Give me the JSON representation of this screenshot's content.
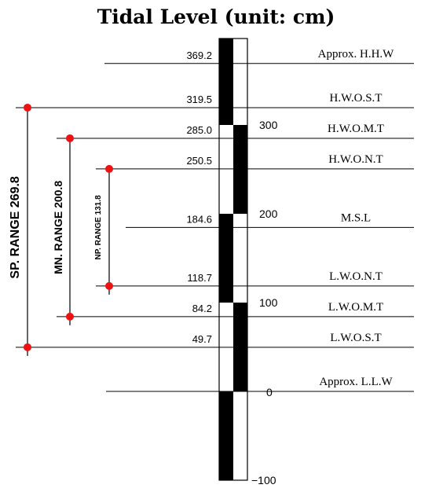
{
  "title": "Tidal Level (unit: cm)",
  "levels": [
    {
      "value": 369.2,
      "label": "369.2",
      "name": "Approx. H.H.W"
    },
    {
      "value": 319.5,
      "label": "319.5",
      "name": "H.W.O.S.T"
    },
    {
      "value": 285.0,
      "label": "285.0",
      "name": "H.W.O.M.T"
    },
    {
      "value": 250.5,
      "label": "250.5",
      "name": "H.W.O.N.T"
    },
    {
      "value": 184.6,
      "label": "184.6",
      "name": "M.S.L"
    },
    {
      "value": 118.7,
      "label": "118.7",
      "name": "L.W.O.N.T"
    },
    {
      "value": 84.2,
      "label": "84.2",
      "name": "L.W.O.M.T"
    },
    {
      "value": 49.7,
      "label": "49.7",
      "name": "L.W.O.S.T"
    },
    {
      "value": 0,
      "label": "",
      "name": "Approx. L.L.W"
    }
  ],
  "staff_ticks": [
    {
      "value": 300,
      "label": "300"
    },
    {
      "value": 200,
      "label": "200"
    },
    {
      "value": 100,
      "label": "100"
    },
    {
      "value": 0,
      "label": "0"
    },
    {
      "value": -100,
      "label": "−100"
    }
  ],
  "ranges": [
    {
      "label": "SP. RANGE 269.8",
      "top": 319.5,
      "bottom": 49.7
    },
    {
      "label": "MN. RANGE 200.8",
      "top": 285.0,
      "bottom": 84.2
    },
    {
      "label": "NP. RANGE 131.8",
      "top": 250.5,
      "bottom": 118.7
    }
  ],
  "colors": {
    "marker": "#ee1111",
    "line": "#000000",
    "staff_dark": "#000000",
    "staff_light": "#ffffff"
  }
}
